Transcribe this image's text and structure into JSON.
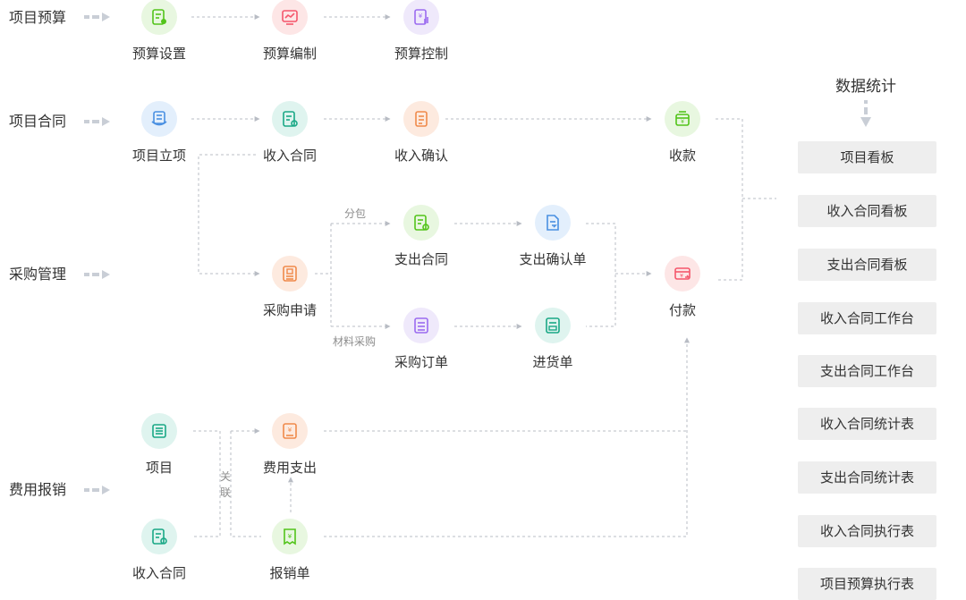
{
  "rows": {
    "budget": "项目预算",
    "contract": "项目合同",
    "purchase": "采购管理",
    "expense": "费用报销"
  },
  "nodes": {
    "budget_setting": "预算设置",
    "budget_compile": "预算编制",
    "budget_control": "预算控制",
    "project_setup": "项目立项",
    "income_contract": "收入合同",
    "income_confirm": "收入确认",
    "receipt": "收款",
    "expense_contract": "支出合同",
    "expense_confirm_doc": "支出确认单",
    "purchase_request": "采购申请",
    "payment": "付款",
    "purchase_order": "采购订单",
    "goods_receipt": "进货单",
    "project": "项目",
    "expense_spend": "费用支出",
    "income_contract_2": "收入合同",
    "reimbursement": "报销单"
  },
  "branch_labels": {
    "subcontract": "分包",
    "material_purchase": "材料采购",
    "relation_1": "关",
    "relation_2": "联"
  },
  "statistics": {
    "title": "数据统计",
    "items": [
      "项目看板",
      "收入合同看板",
      "支出合同看板",
      "收入合同工作台",
      "支出合同工作台",
      "收入合同统计表",
      "支出合同统计表",
      "收入合同执行表",
      "项目预算执行表"
    ]
  },
  "colors": {
    "green": "#52c41a",
    "red": "#f5576c",
    "purple": "#9b6cf0",
    "blue": "#4a90e2",
    "teal": "#1aa886",
    "orange": "#f08a4b",
    "connector": "#b8bcc4"
  }
}
